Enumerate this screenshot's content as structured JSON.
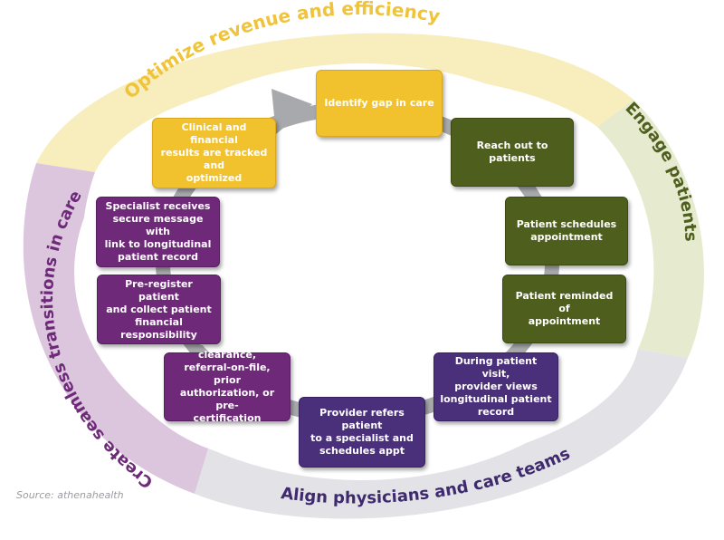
{
  "ring_labels": {
    "top": "Optimize revenue and efficiency",
    "right": "Engage patients",
    "bottom": "Align physicians and care teams",
    "left": "Create seamless transitions in care"
  },
  "steps": [
    {
      "id": "identify-gap",
      "text": "Identify gap in care",
      "color": "yellow"
    },
    {
      "id": "reach-out",
      "text": "Reach out to patients",
      "color": "green"
    },
    {
      "id": "patient-schedules",
      "text": "Patient schedules\nappointment",
      "color": "green"
    },
    {
      "id": "patient-reminded",
      "text": "Patient reminded of\nappointment",
      "color": "green"
    },
    {
      "id": "during-visit",
      "text": "During patient visit,\nprovider views\nlongitudinal patient\nrecord",
      "color": "indigo"
    },
    {
      "id": "provider-refers",
      "text": "Provider refers patient\nto a specialist and\nschedules appt",
      "color": "indigo"
    },
    {
      "id": "insurance-clearance",
      "text": "Insurance clearance,\nreferral-on-file, prior\nauthorization, or pre-\ncertification completed",
      "color": "purple"
    },
    {
      "id": "pre-register",
      "text": "Pre-register patient\nand collect patient\nfinancial responsibility",
      "color": "purple"
    },
    {
      "id": "specialist-receives",
      "text": "Specialist receives\nsecure message with\nlink to longitudinal\npatient record",
      "color": "purple"
    },
    {
      "id": "clinical-financial",
      "text": "Clinical and financial\nresults are tracked and\noptimized",
      "color": "yellow"
    }
  ],
  "source": "Source: athenahealth",
  "colors": {
    "ring_top": "#f7edbd",
    "ring_right": "#e6ebcf",
    "ring_bottom": "#e3e3e7",
    "ring_left": "#dcc6de",
    "label_top": "#f0c43a",
    "label_right": "#4e5e1c",
    "label_bottom": "#3f2a6e",
    "label_left": "#6e2a78",
    "inner_arrow": "#a7a9ac"
  }
}
